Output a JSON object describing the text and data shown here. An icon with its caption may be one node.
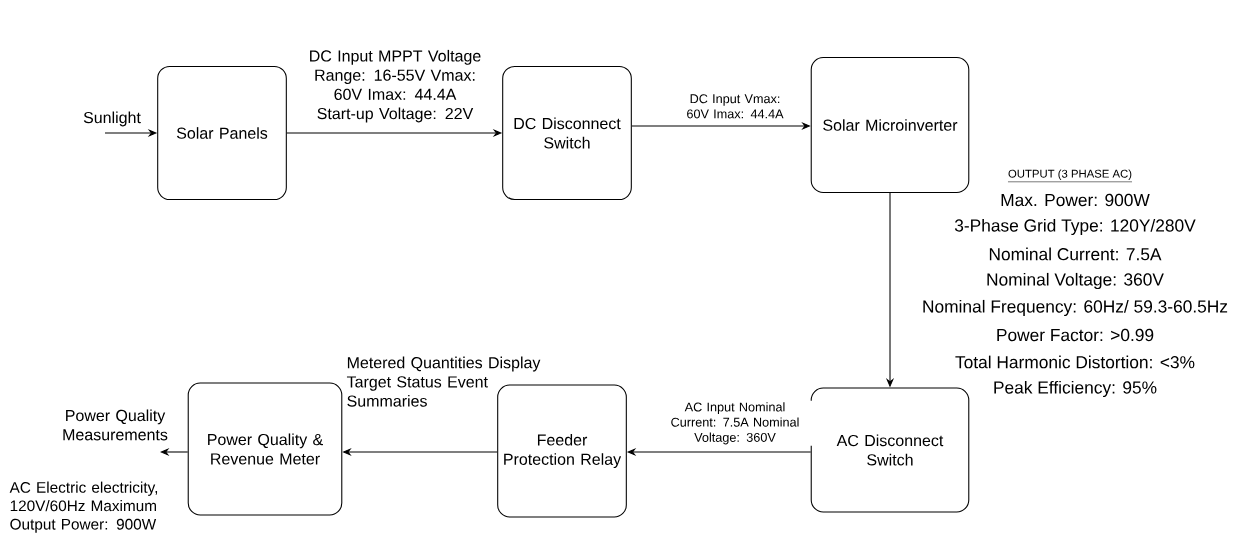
{
  "diagram": {
    "nodes": [
      {
        "text": [
          "Solar Panels"
        ]
      },
      {
        "text": [
          "DC Disconnect Switch"
        ]
      },
      {
        "text": [
          "Solar Microinverter"
        ]
      },
      {
        "text": [
          "AC Disconnect Switch"
        ]
      },
      {
        "text": [
          "Feeder Protection Relay"
        ]
      },
      {
        "text": [
          "Power Quality & Revenue Meter"
        ]
      }
    ],
    "edges": [
      {
        "from": null,
        "to": 0,
        "arrow": "to",
        "label": "Sunlight"
      },
      {
        "from": 0,
        "to": 1,
        "arrow": "to",
        "label": "DC Input MPPT Voltage Range: 16-55V Vmax: 60V Imax: 44.4A Start-up Voltage: 22V"
      },
      {
        "from": 1,
        "to": 2,
        "arrow": "to",
        "label": "DC Input Vmax: 60V Imax: 44.4A"
      },
      {
        "from": 2,
        "to": 3,
        "arrow": "to"
      },
      {
        "from": 3,
        "to": 4,
        "arrow": "to",
        "label": "AC Input Nominal Current: 7.5A Nominal Voltage: 360V"
      },
      {
        "from": 4,
        "to": 5,
        "arrow": "to",
        "label": "Metered Quantities Display Target Status Event Summaries"
      },
      {
        "from": 5,
        "to": null,
        "arrow": "to",
        "label": "Power Quality Measurements"
      }
    ],
    "labels": [
      "OUTPUT (3 PHASE AC)",
      "Max. Power: 900W",
      "3-Phase Grid Type: 120Y/280V",
      "Nominal Current: 7.5A",
      "Nominal Voltage: 360V",
      "Nominal Frequency:  60Hz/ 59.3-60.5Hz",
      "Power Factor: >0.99",
      "Total Harmonic Distortion: <3%",
      "Peak Efficiency: 95%",
      "AC Electric electricity, 120V/60Hz Maximum Output Power: 900W"
    ]
  }
}
